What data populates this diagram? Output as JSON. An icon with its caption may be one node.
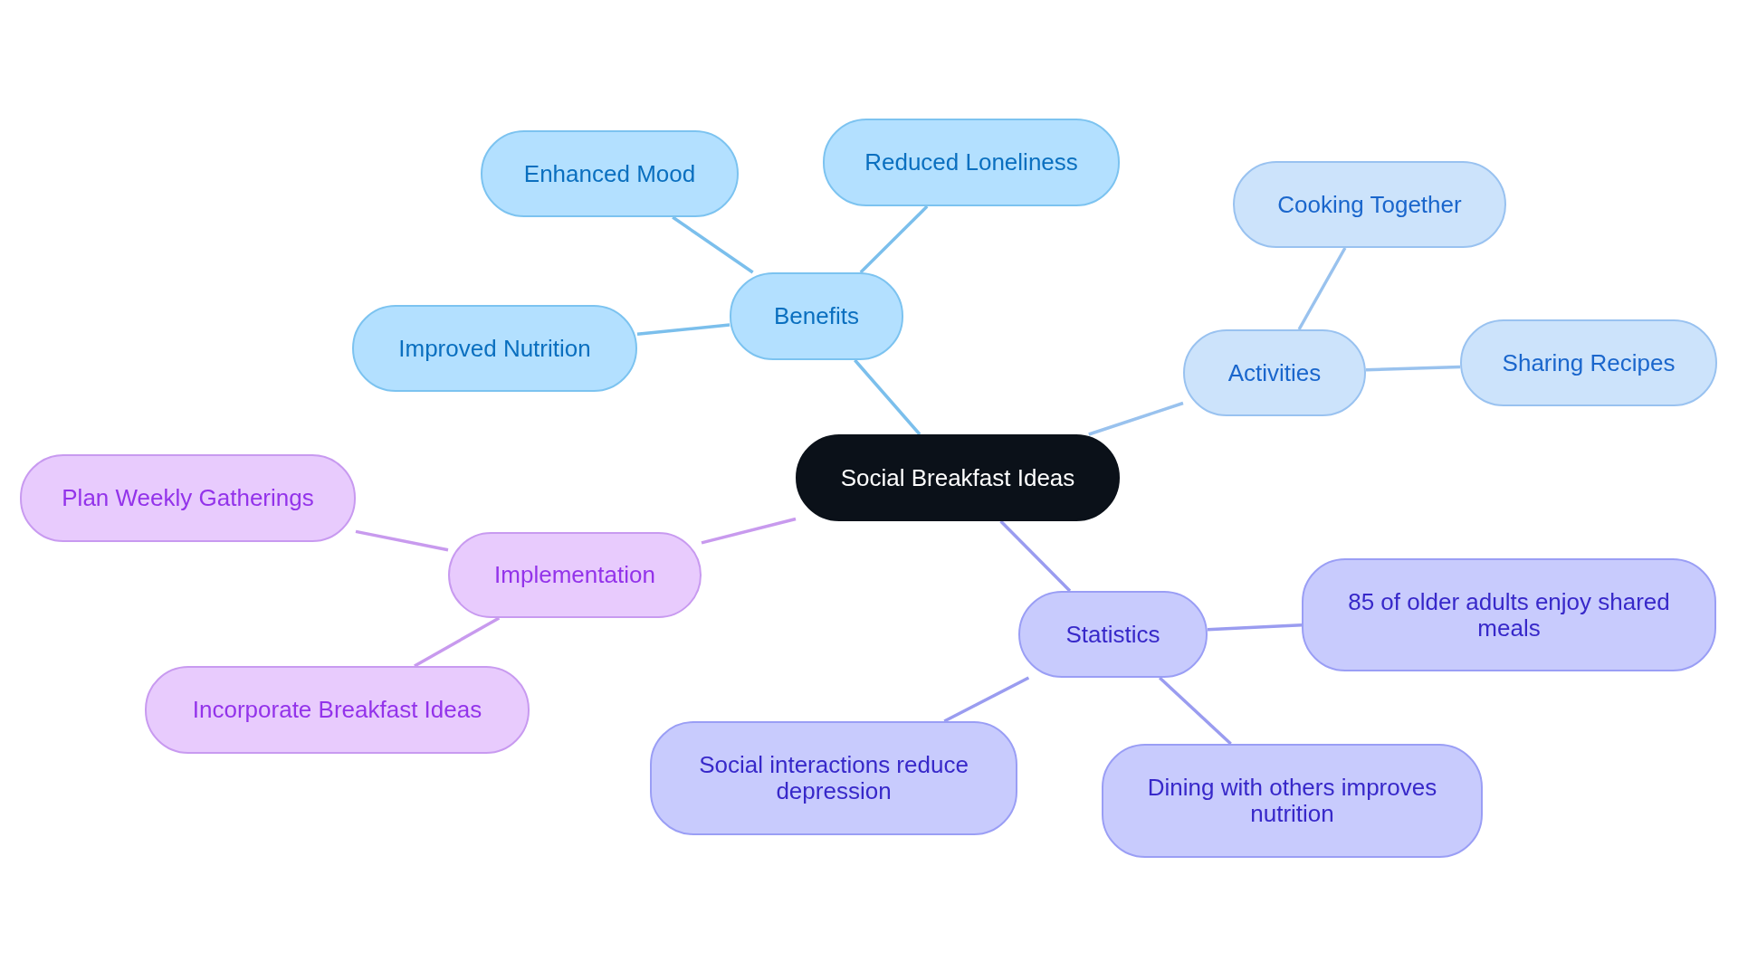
{
  "diagram": {
    "nodes": [
      {
        "text": [
          "Social Breakfast Ideas"
        ]
      },
      {
        "text": [
          "Benefits"
        ]
      },
      {
        "text": [
          "Enhanced Mood"
        ]
      },
      {
        "text": [
          "Reduced Loneliness"
        ]
      },
      {
        "text": [
          "Improved Nutrition"
        ]
      },
      {
        "text": [
          "Activities"
        ]
      },
      {
        "text": [
          "Cooking Together"
        ]
      },
      {
        "text": [
          "Sharing Recipes"
        ]
      },
      {
        "text": [
          "Implementation"
        ]
      },
      {
        "text": [
          "Plan Weekly Gatherings"
        ]
      },
      {
        "text": [
          "Incorporate Breakfast Ideas"
        ]
      },
      {
        "text": [
          "Statistics"
        ]
      },
      {
        "text": [
          "85 of older adults enjoy shared meals"
        ]
      },
      {
        "text": [
          "Social interactions reduce depression"
        ]
      },
      {
        "text": [
          "Dining with others improves nutrition"
        ]
      }
    ],
    "edges": [
      {
        "from": 0,
        "to": 1,
        "arrow": "none",
        "color": "#7bbfec"
      },
      {
        "from": 1,
        "to": 2,
        "arrow": "none",
        "color": "#7bbfec"
      },
      {
        "from": 1,
        "to": 3,
        "arrow": "none",
        "color": "#7bbfec"
      },
      {
        "from": 1,
        "to": 4,
        "arrow": "none",
        "color": "#7bbfec"
      },
      {
        "from": 0,
        "to": 5,
        "arrow": "none",
        "color": "#99c2ee"
      },
      {
        "from": 5,
        "to": 6,
        "arrow": "none",
        "color": "#99c2ee"
      },
      {
        "from": 5,
        "to": 7,
        "arrow": "none",
        "color": "#99c2ee"
      },
      {
        "from": 0,
        "to": 8,
        "arrow": "none",
        "color": "#c89aee"
      },
      {
        "from": 8,
        "to": 9,
        "arrow": "none",
        "color": "#c89aee"
      },
      {
        "from": 8,
        "to": 10,
        "arrow": "none",
        "color": "#c89aee"
      },
      {
        "from": 0,
        "to": 11,
        "arrow": "none",
        "color": "#9a9cf0"
      },
      {
        "from": 11,
        "to": 12,
        "arrow": "none",
        "color": "#9a9cf0"
      },
      {
        "from": 11,
        "to": 13,
        "arrow": "none",
        "color": "#9a9cf0"
      },
      {
        "from": 11,
        "to": 14,
        "arrow": "none",
        "color": "#9a9cf0"
      }
    ]
  }
}
